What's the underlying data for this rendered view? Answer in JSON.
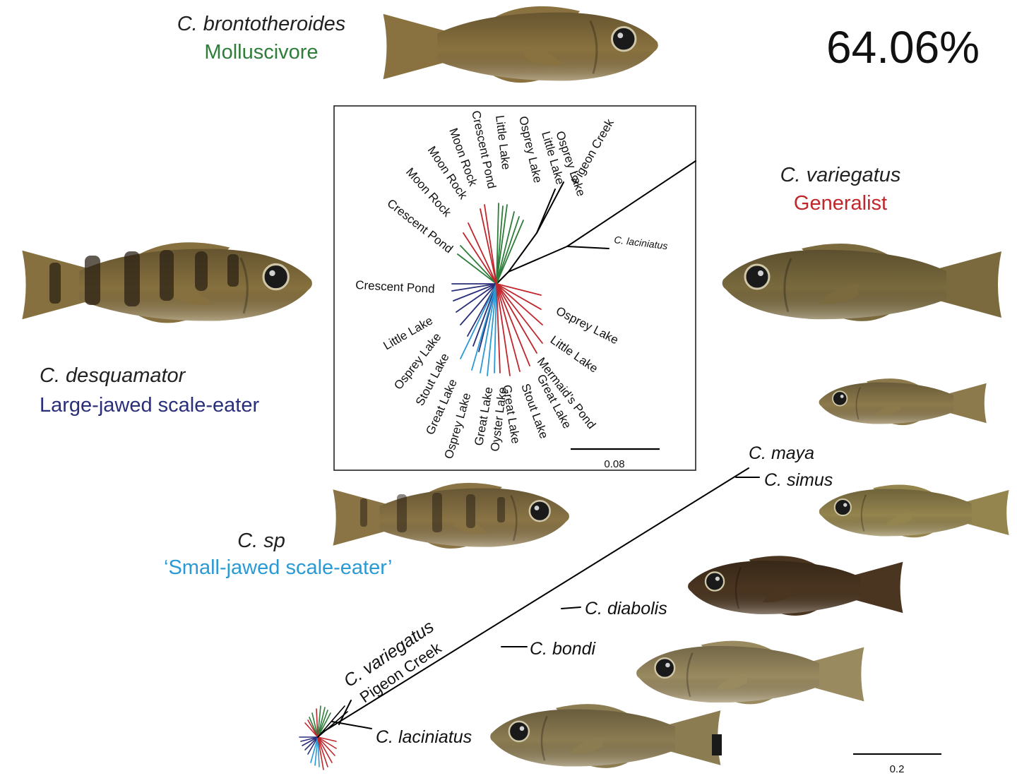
{
  "header": {
    "percent": "64.06%"
  },
  "colors": {
    "molluscivore": "#2e7d3a",
    "generalist": "#c0272d",
    "large_jawed": "#2a2f7a",
    "small_jawed": "#2a9ad4",
    "branch": "#000000"
  },
  "species": {
    "brontotheroides": {
      "name": "C. brontotheroides",
      "diet": "Molluscivore"
    },
    "variegatus": {
      "name": "C. variegatus",
      "diet": "Generalist"
    },
    "desquamator": {
      "name": "C. desquamator",
      "diet": "Large-jawed scale-eater"
    },
    "sp": {
      "name": "C. sp",
      "diet": "‘Small-jawed scale-eater’"
    }
  },
  "inset_tree": {
    "tips": {
      "pigeon_creek": "Pigeon Creek",
      "osprey_lake_1": "Osprey Lake",
      "little_lake_1": "Little Lake",
      "osprey_lake_2": "Osprey Lake",
      "little_lake_2": "Little Lake",
      "crescent_pond_1": "Crescent Pond",
      "moon_rock_1": "Moon Rock",
      "moon_rock_2": "Moon Rock",
      "moon_rock_3": "Moon Rock",
      "crescent_pond_2": "Crescent Pond",
      "c_laciniatus": "C. laciniatus",
      "crescent_pond_3": "Crescent Pond",
      "little_lake_3": "Little Lake",
      "osprey_lake_3": "Osprey Lake",
      "stout_lake_1": "Stout Lake",
      "great_lake_1": "Great Lake",
      "osprey_lake_4": "Osprey Lake",
      "great_lake_2": "Great Lake",
      "oyster_lake": "Oyster Lake",
      "great_lake_3": "Great Lake",
      "stout_lake_2": "Stout Lake",
      "great_lake_4": "Great Lake",
      "mermaids_pond": "Mermaid’s Pond",
      "little_lake_4": "Little Lake",
      "osprey_lake_5": "Osprey Lake"
    },
    "scale_label": "0.08"
  },
  "main_tree": {
    "tips": {
      "maya": "C. maya",
      "simus": "C. simus",
      "diabolis": "C. diabolis",
      "bondi": "C. bondi",
      "variegatus_pc_1": "C. variegatus",
      "variegatus_pc_2": "Pigeon Creek",
      "laciniatus": "C. laciniatus"
    },
    "scale_label": "0.2"
  },
  "fish_images": [
    {
      "id": "brontotheroides",
      "body": "#8a7240",
      "belly": "#e6dca2",
      "tail": "#f0e8bd"
    },
    {
      "id": "desquamator",
      "body": "#86703f",
      "belly": "#e6dca8",
      "tail": "#f3ecc8"
    },
    {
      "id": "variegatus",
      "body": "#7a6a3e",
      "belly": "#e6dca2",
      "tail": "#efe6c0"
    },
    {
      "id": "sp",
      "body": "#8a7446",
      "belly": "#e9e0b4",
      "tail": "#f3edcf"
    },
    {
      "id": "maya",
      "body": "#8d7a4c",
      "belly": "#e8e1c2",
      "tail": "#efe9d3"
    },
    {
      "id": "simus",
      "body": "#94844e",
      "belly": "#e3dcb6",
      "tail": "#f3ecd2"
    },
    {
      "id": "diabolis",
      "body": "#4a3520",
      "belly": "#9a7a56",
      "tail": "#c9a67e"
    },
    {
      "id": "bondi",
      "body": "#9a8a60",
      "belly": "#ece3cb",
      "tail": "#f7f2e4"
    },
    {
      "id": "laciniatus",
      "body": "#8c7c52",
      "belly": "#e6dfc4",
      "tail": "#f4efe0"
    }
  ]
}
